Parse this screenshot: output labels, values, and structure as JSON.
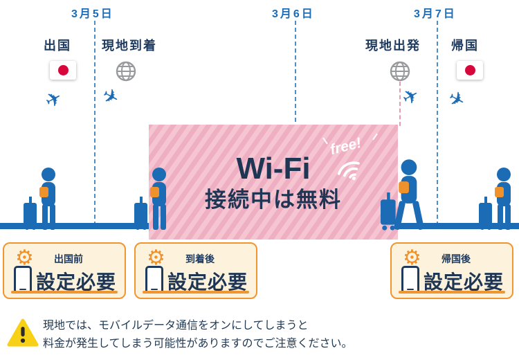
{
  "timeline": {
    "dates": [
      {
        "label": "3月5日"
      },
      {
        "label": "3月6日"
      },
      {
        "label": "3月7日"
      }
    ],
    "events": [
      {
        "label": "出国",
        "icon": "japan-flag-icon"
      },
      {
        "label": "現地到着",
        "icon": "globe-icon"
      },
      {
        "label": "現地出発",
        "icon": "globe-icon"
      },
      {
        "label": "帰国",
        "icon": "japan-flag-icon"
      }
    ]
  },
  "wifi_banner": {
    "title": "Wi-Fi",
    "subtitle": "接続中は無料",
    "badge": "free!"
  },
  "callouts": [
    {
      "tag": "出国前",
      "label": "設定必要"
    },
    {
      "tag": "到着後",
      "label": "設定必要"
    },
    {
      "tag": "帰国後",
      "label": "設定必要"
    }
  ],
  "warning": {
    "line1": "現地では、モバイルデータ通信をオンにしてしまうと",
    "line2": "料金が発生してしまう可能性がありますのでご注意ください。"
  },
  "colors": {
    "blue": "#1b6cb5",
    "navy": "#1e3553",
    "orange": "#f0952f",
    "pink": "#f3b7c7",
    "cream": "#fdf3dc",
    "flag_red": "#d7063b",
    "warning_yellow": "#f7d117"
  }
}
